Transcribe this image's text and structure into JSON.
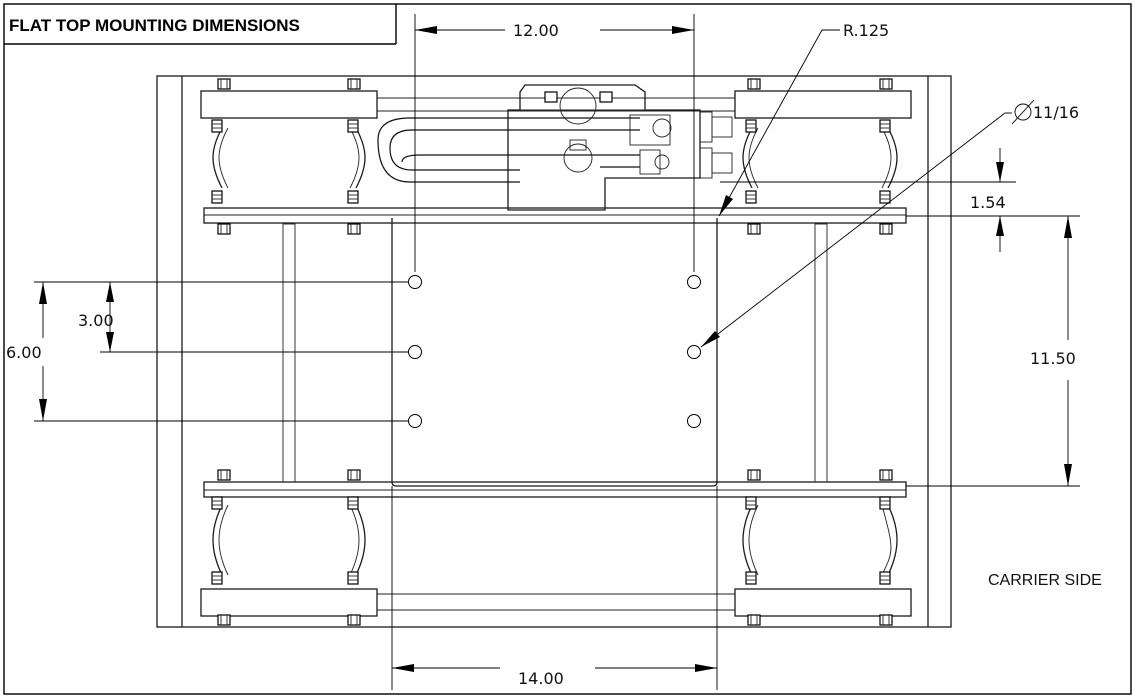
{
  "drawing": {
    "title": "FLAT TOP MOUNTING DIMENSIONS",
    "side_label": "CARRIER SIDE",
    "dimensions": {
      "top_width": "12.00",
      "bottom_width": "14.00",
      "radius": "R.125",
      "hole_diameter": "11/16",
      "top_offset": "1.54",
      "right_height": "11.50",
      "left_spacing": "3.00",
      "left_total": "6.00"
    }
  }
}
